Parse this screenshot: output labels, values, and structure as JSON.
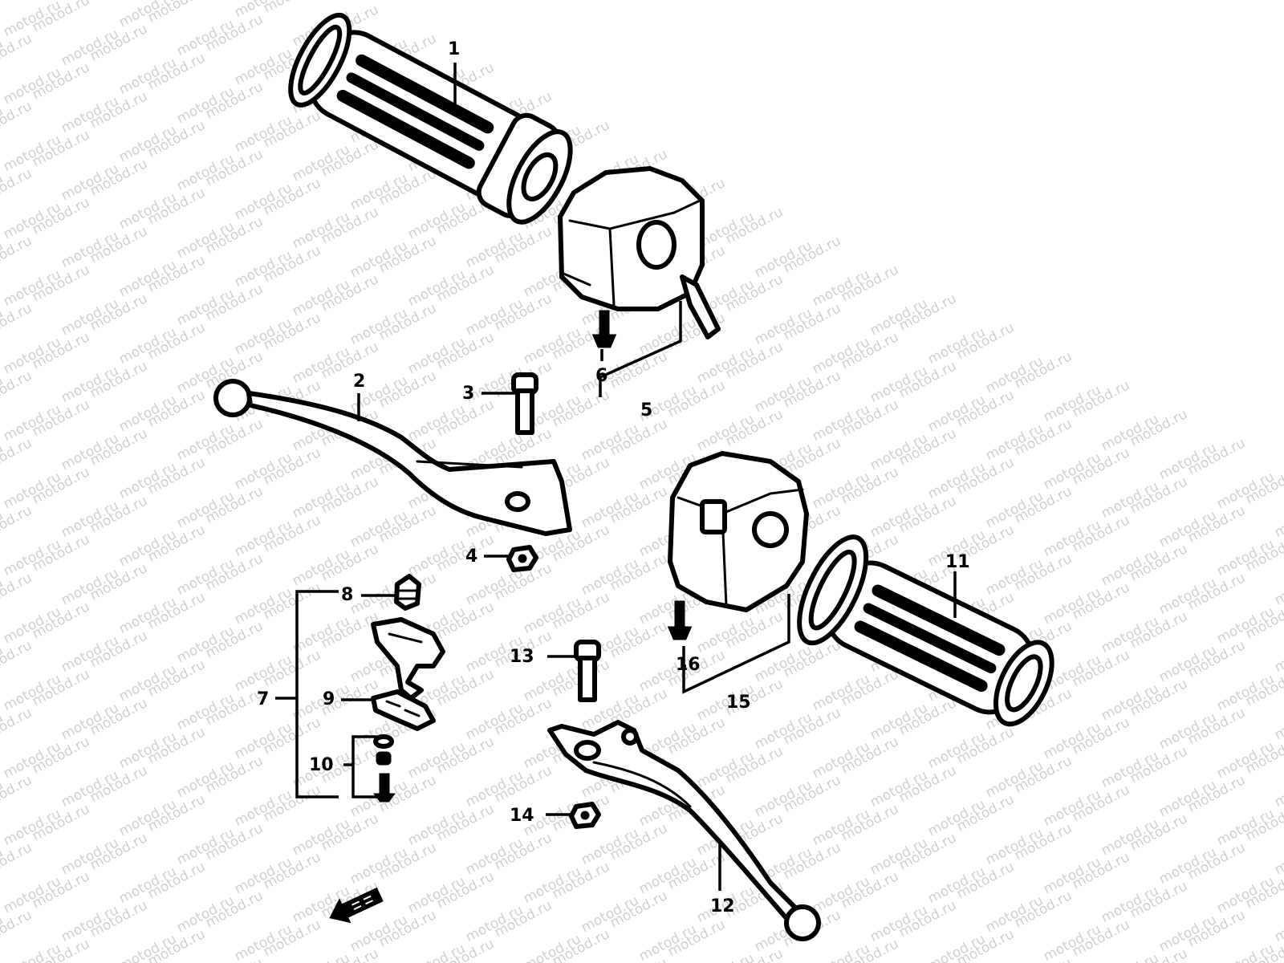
{
  "watermark": "motod.ru",
  "callouts": {
    "c1": "1",
    "c2": "2",
    "c3": "3",
    "c4": "4",
    "c5": "5",
    "c6": "6",
    "c7": "7",
    "c8": "8",
    "c9": "9",
    "c10": "10",
    "c11": "11",
    "c12": "12",
    "c13": "13",
    "c14": "14",
    "c15": "15",
    "c16": "16"
  },
  "icons": {
    "direction_arrow": "front-arrow-icon"
  }
}
